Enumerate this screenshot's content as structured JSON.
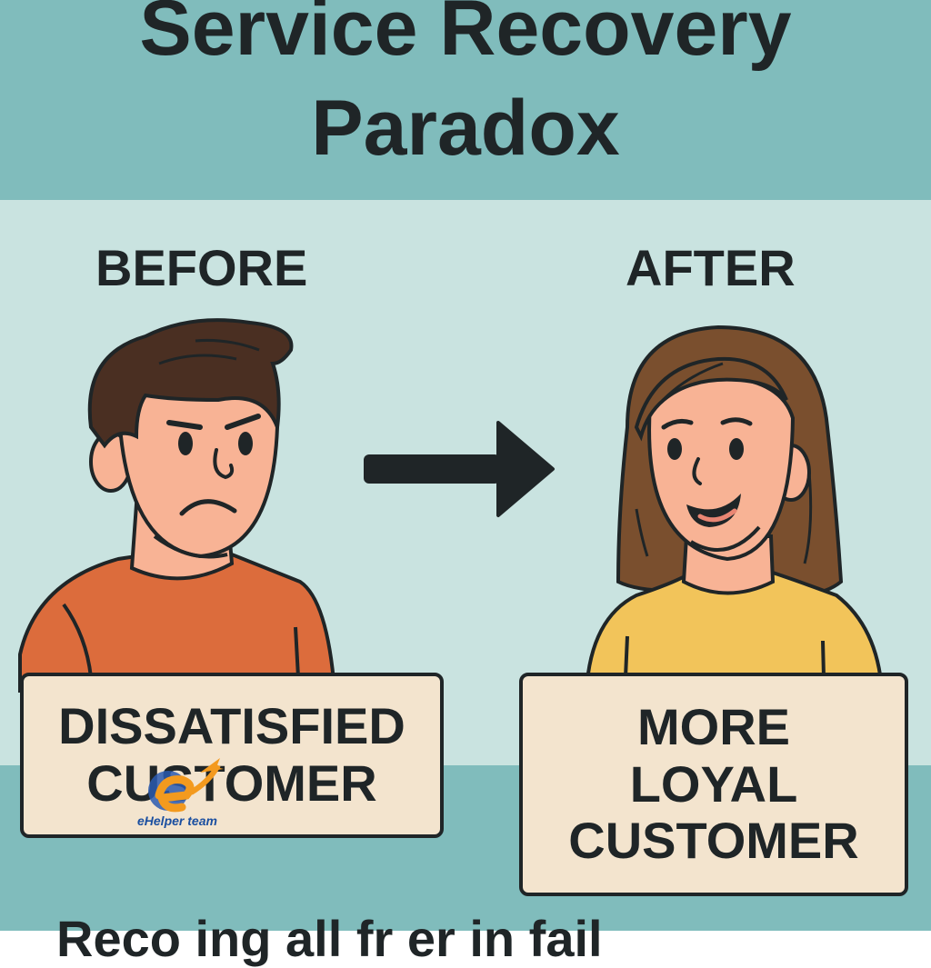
{
  "title": {
    "line1": "Service Recovery",
    "line2": "Paradox"
  },
  "before_label": "BEFORE",
  "after_label": "AFTER",
  "left_sign": {
    "line1": "DISSATISFIED",
    "line2": "CUSTOMER"
  },
  "right_sign": {
    "line1": "MORE",
    "line2": "LOYAL",
    "line3": "CUSTOMER"
  },
  "watermark": {
    "text": "eHelper team"
  },
  "bottom_text": "Reco    ing  all  fr       er  in  fail",
  "icons": {
    "arrow": "right-arrow-icon"
  },
  "colors": {
    "header_band": "#80bcbc",
    "middle_band": "#c9e3e0",
    "sign_fill": "#f3e4ce",
    "man_shirt": "#dc6c3c",
    "woman_shirt": "#f2c45a",
    "skin": "#f8b395",
    "hair_man": "#4a2f22",
    "hair_woman": "#7a4f2e"
  }
}
